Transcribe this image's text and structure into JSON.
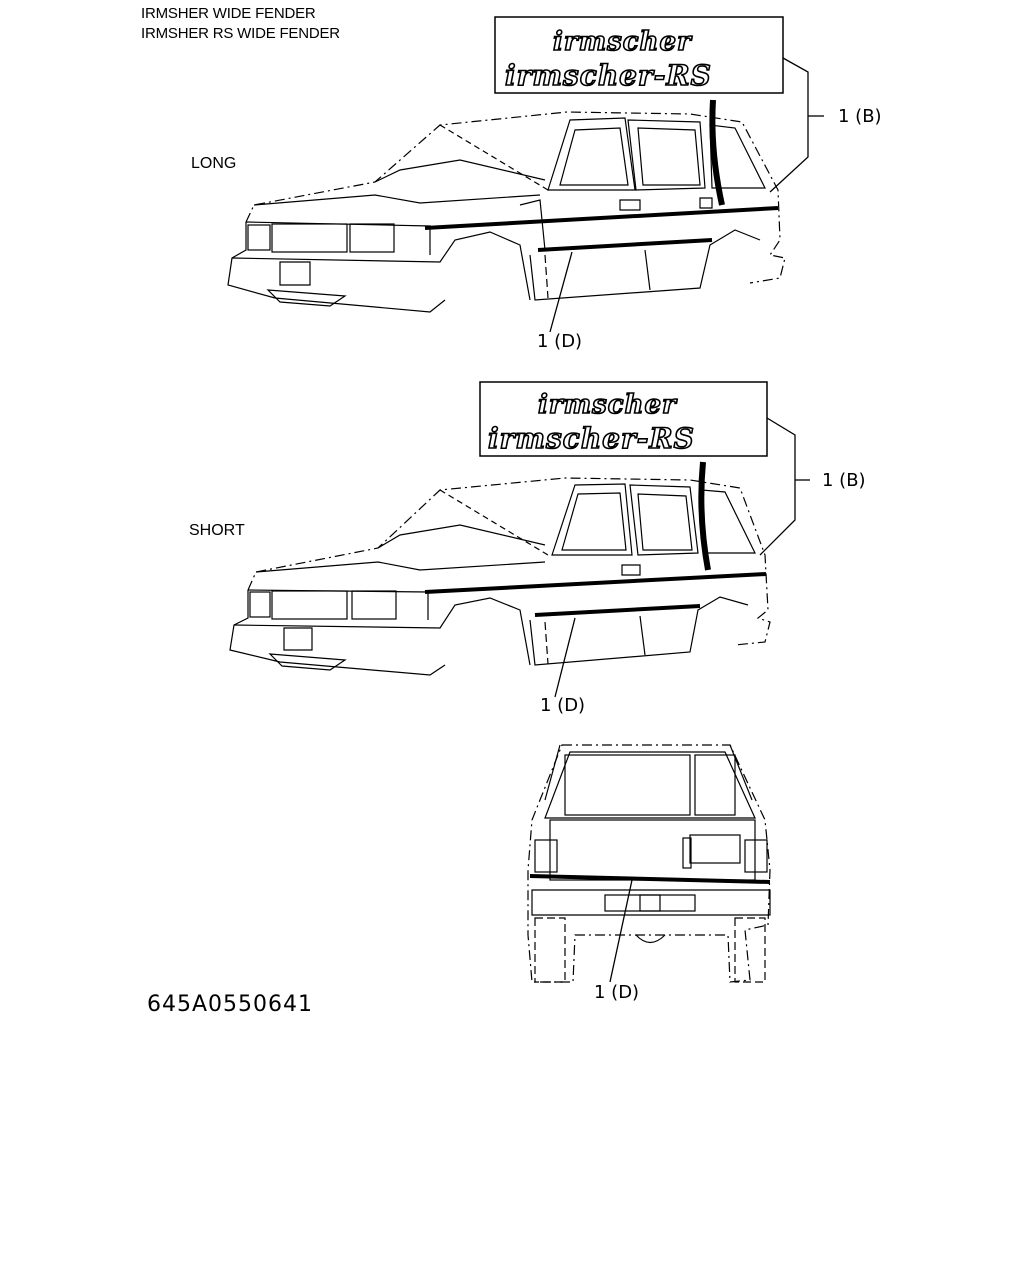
{
  "header": {
    "line1": "IRMSHER WIDE FENDER",
    "line2": "IRMSHER RS WIDE FENDER"
  },
  "views": {
    "long": {
      "label": "LONG",
      "emblem_top": "irmscher",
      "emblem_bottom": "irmscher-RS",
      "callout_b": "1 (B)",
      "callout_d": "1 (D)"
    },
    "short": {
      "label": "SHORT",
      "emblem_top": "irmscher",
      "emblem_bottom": "irmscher-RS",
      "callout_b": "1 (B)",
      "callout_d": "1 (D)"
    },
    "rear": {
      "callout_d": "1 (D)"
    }
  },
  "figure_code": "645A0550641"
}
